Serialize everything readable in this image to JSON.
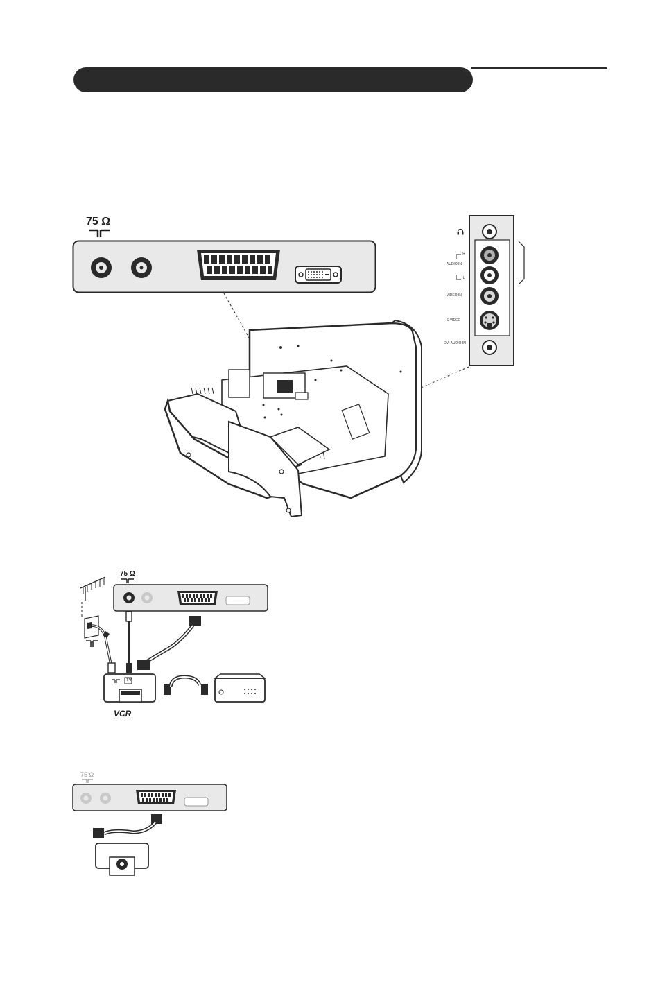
{
  "header": {
    "title": ""
  },
  "panels": {
    "main": {
      "impedance": "75 Ω"
    },
    "vcr_setup": {
      "impedance": "75 Ω"
    },
    "dvd_setup": {
      "impedance": "75 Ω"
    }
  },
  "side_panel": {
    "labels": {
      "r": "R",
      "audio_in": "AUDIO IN",
      "l": "L",
      "video_in": "VIDEO IN",
      "s_video": "S-VIDEO",
      "dvi_audio_in": "DVI AUDIO IN"
    }
  },
  "devices": {
    "vcr": {
      "label": "VCR",
      "tv_badge": "TV"
    }
  },
  "colors": {
    "dark": "#2a2a2a",
    "panel_fill": "#e9e9e9",
    "port_dark": "#1d1d1d"
  }
}
